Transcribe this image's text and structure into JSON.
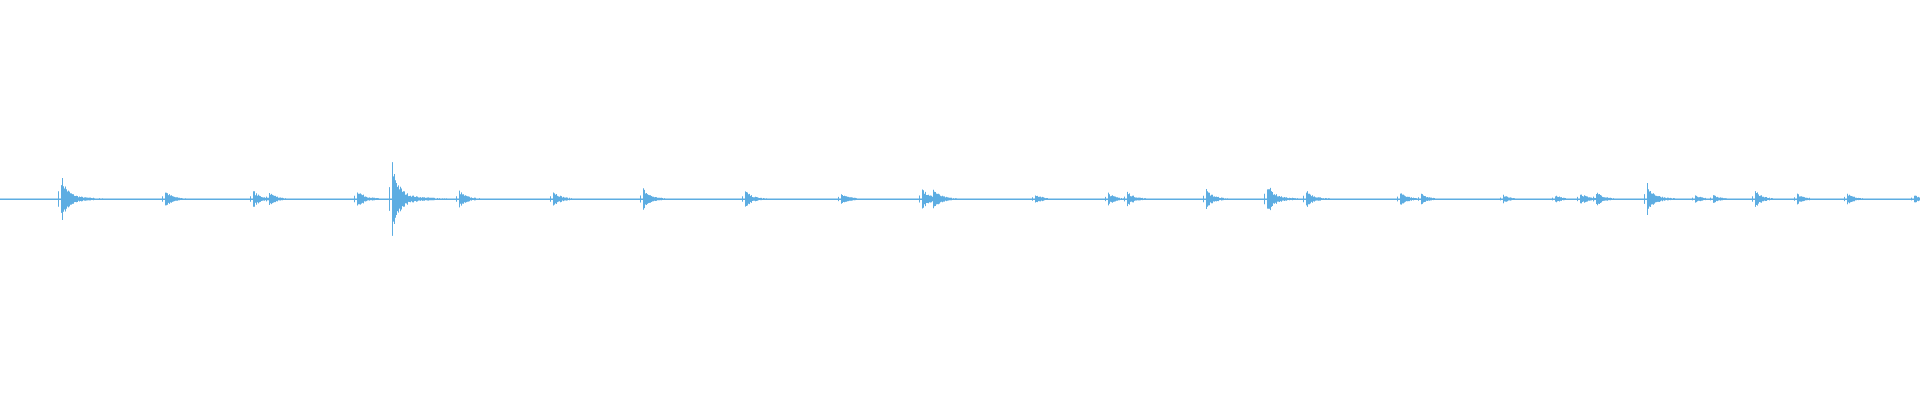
{
  "chart_data": {
    "type": "waveform",
    "title": "",
    "xlabel": "",
    "ylabel": "",
    "x_range": [
      0,
      1000
    ],
    "y_range": [
      -1,
      1
    ],
    "grid": false,
    "color": "#5dade2",
    "background": "#ffffff",
    "noise_floor": 0.004,
    "events": [
      {
        "x": 32,
        "amp": 0.11
      },
      {
        "x": 86,
        "amp": 0.04
      },
      {
        "x": 132,
        "amp": 0.04
      },
      {
        "x": 140,
        "amp": 0.035
      },
      {
        "x": 186,
        "amp": 0.045
      },
      {
        "x": 204,
        "amp": 0.17
      },
      {
        "x": 239,
        "amp": 0.04
      },
      {
        "x": 288,
        "amp": 0.04
      },
      {
        "x": 335,
        "amp": 0.05
      },
      {
        "x": 388,
        "amp": 0.04
      },
      {
        "x": 438,
        "amp": 0.03
      },
      {
        "x": 480,
        "amp": 0.05
      },
      {
        "x": 486,
        "amp": 0.05
      },
      {
        "x": 539,
        "amp": 0.025
      },
      {
        "x": 577,
        "amp": 0.03
      },
      {
        "x": 587,
        "amp": 0.035
      },
      {
        "x": 628,
        "amp": 0.045
      },
      {
        "x": 660,
        "amp": 0.075
      },
      {
        "x": 680,
        "amp": 0.045
      },
      {
        "x": 729,
        "amp": 0.035
      },
      {
        "x": 740,
        "amp": 0.025
      },
      {
        "x": 783,
        "amp": 0.02
      },
      {
        "x": 810,
        "amp": 0.02
      },
      {
        "x": 823,
        "amp": 0.03
      },
      {
        "x": 831,
        "amp": 0.035
      },
      {
        "x": 858,
        "amp": 0.07
      },
      {
        "x": 883,
        "amp": 0.02
      },
      {
        "x": 892,
        "amp": 0.02
      },
      {
        "x": 914,
        "amp": 0.04
      },
      {
        "x": 936,
        "amp": 0.025
      },
      {
        "x": 962,
        "amp": 0.03
      },
      {
        "x": 997,
        "amp": 0.02
      }
    ]
  }
}
